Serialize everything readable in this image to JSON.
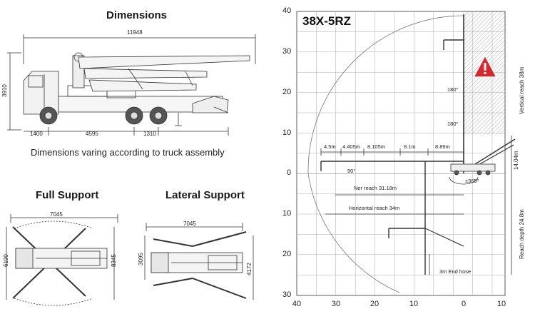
{
  "left": {
    "dimensions_title": "Dimensions",
    "overall_length": "11948",
    "height": "3910",
    "wheelbase_front": "1400",
    "wheelbase_mid": "4595",
    "wheelbase_rear": "1310",
    "dimensions_note": "Dimensions varing according to truck assembly",
    "full_support_title": "Full Support",
    "full_support_span": "7045",
    "full_support_width": "6190",
    "full_support_width2": "8345",
    "lateral_support_title": "Lateral Support",
    "lateral_support_span": "7045",
    "lateral_support_width": "3095",
    "lateral_support_width2": "4172"
  },
  "right": {
    "model": "38X-5RZ",
    "y_ticks_top": [
      "40",
      "30",
      "20",
      "10",
      "0",
      "10",
      "20",
      "30"
    ],
    "x_ticks": [
      "40",
      "30",
      "20",
      "10",
      "0",
      "10"
    ],
    "sections": [
      "4.5m",
      "4.405m",
      "8.105m",
      "8.1m",
      "8.89m"
    ],
    "angle_90": "90°",
    "angle_180_a": "180°",
    "angle_180_b": "180°",
    "rotation": "±365°",
    "near_reach": "Ner reach  31.18m",
    "horizontal_reach": "Horizontal reach  34m",
    "vertical_reach": "Vertical reach  38m",
    "height_14": "14.04m",
    "reach_depth": "Reach depth  24.8m",
    "end_hose": "3m  End  hose",
    "warning_icon_color": "#d9262c"
  }
}
